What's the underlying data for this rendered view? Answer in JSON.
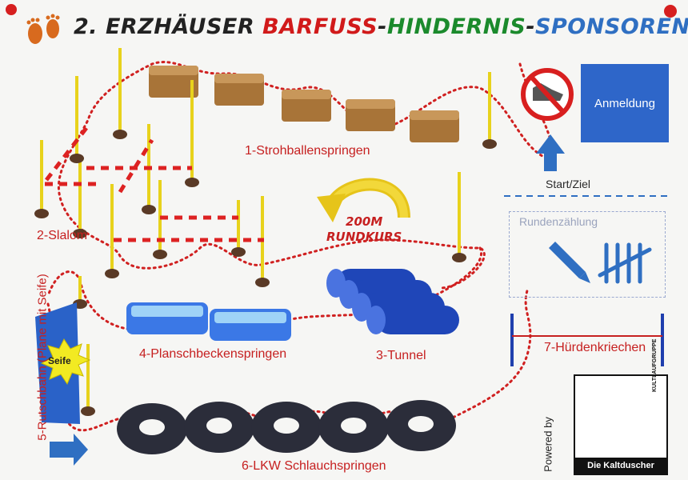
{
  "title": {
    "part1": "2. ERZHÄUSER",
    "part2": "BARFUSS",
    "dash1": "-",
    "part3": "HINDERNIS",
    "dash2": "-",
    "part4": "SPONSORENLAUF"
  },
  "stations": {
    "s1": "1-Strohballenspringen",
    "s2": "2-Slalom",
    "s3": "3-Tunnel",
    "s4": "4-Planschbeckenspringen",
    "s5": "5-Rutschbahn (Plane mit Seife)",
    "s6": "6-LKW Schlauchspringen",
    "s7": "7-Hürdenkriechen"
  },
  "rundkurs": {
    "line1": "200M",
    "line2": "RUNDKURS"
  },
  "start_ziel": "Start/Ziel",
  "anmeldung": "Anmeldung",
  "rundenzaehlung": "Rundenzählung",
  "seife": "Seife",
  "powered_by": "Powered by",
  "logo": {
    "name": "Die Kaltduscher",
    "side": "KULTLAUFGRUPPE"
  },
  "colors": {
    "red": "#d11a1a",
    "green": "#1b8a2c",
    "blue": "#2f6fc2",
    "path": "#d02020"
  },
  "icons": {
    "feet": "footprints-icon",
    "no_shoes": "no-shoes-icon",
    "pencil": "pencil-icon",
    "tally": "tally-marks-icon",
    "arrow_up": "arrow-up-icon",
    "arrow_right": "arrow-right-icon",
    "curved_arrow": "curved-arrow-icon",
    "shower": "shower-icon",
    "snowflake": "snowflake-icon"
  }
}
